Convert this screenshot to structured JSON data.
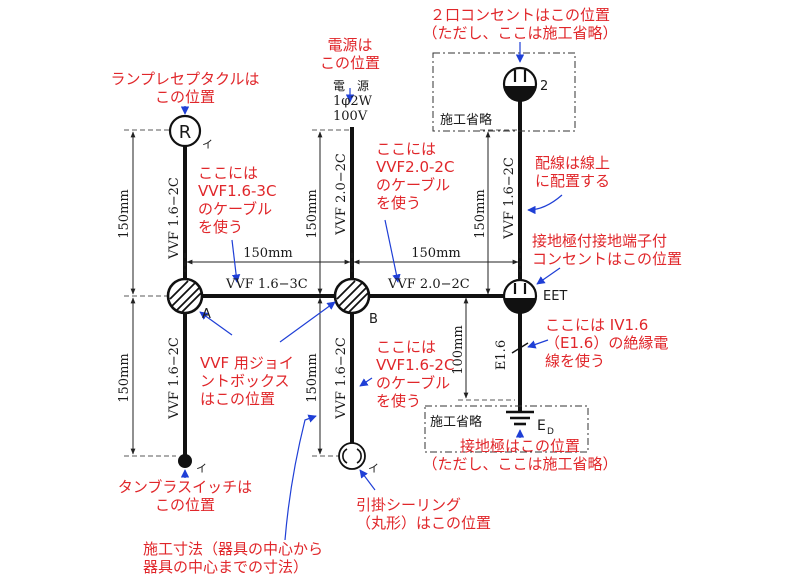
{
  "notes": {
    "outlet_2": [
      "２口コンセントはこの位置",
      "（ただし、ここは施工省略）"
    ],
    "power": [
      "電源は",
      "この位置"
    ],
    "receptacle": [
      "ランプレセプタクルは",
      "この位置"
    ],
    "cable_3c": [
      "ここには",
      "VVF1.6-3C",
      "のケーブル",
      "を使う"
    ],
    "cable_20": [
      "ここには",
      "VVF2.0-2C",
      "のケーブル",
      "を使う"
    ],
    "on_line": [
      "配線は線上",
      "に配置する"
    ],
    "eet_outlet": [
      "接地極付接地端子付",
      "コンセントはこの位置"
    ],
    "iv_wire": [
      "ここには IV1.6",
      "（E1.6）の絶縁電",
      "線を使う"
    ],
    "joint_box": [
      "VVF 用ジョイ",
      "ントボックス",
      "はこの位置"
    ],
    "cable_16": [
      "ここには",
      "VVF1.6-2C",
      "のケーブル",
      "を使う"
    ],
    "ground_pole": [
      "接地極はこの位置",
      "（ただし、ここは施工省略）"
    ],
    "switch": [
      "タンブラスイッチは",
      "この位置"
    ],
    "ceiling": [
      "引掛シーリング",
      "（丸形）はこの位置"
    ],
    "dimension": [
      "施工寸法（器具の中心から",
      "器具の中心までの寸法）"
    ]
  },
  "labels": {
    "power_source": [
      "電　源",
      "1φ2W",
      "100V"
    ],
    "omitted": "施工省略",
    "omitted_2": "施工省略",
    "symbol_r": "R",
    "mark_i_r": "イ",
    "mark_i_switch": "イ",
    "mark_i_ceiling": "イ",
    "outlet_count": "2",
    "eet": "EET",
    "box_a": "A",
    "box_b": "B",
    "ground_e": "E",
    "ground_d": "D",
    "e16": "E1.6"
  },
  "cables": {
    "left_top": "VVF 1.6−2C",
    "left_bottom": "VVF 1.6−2C",
    "mid_top": "VVF 2.0−2C",
    "mid_bottom": "VVF 1.6−2C",
    "right_top": "VVF 1.6−2C",
    "a_to_b": "VVF 1.6−3C",
    "b_to_eet": "VVF 2.0−2C"
  },
  "dims": {
    "left_top": "150mm",
    "left_bottom": "150mm",
    "mid_top": "150mm",
    "mid_bottom": "150mm",
    "right_top": "150mm",
    "right_bottom": "100mm",
    "horiz_left": "150mm",
    "horiz_right": "150mm"
  },
  "colors": {
    "note": "#e0262a",
    "leader": "#1f3fd6",
    "line": "#111111"
  }
}
